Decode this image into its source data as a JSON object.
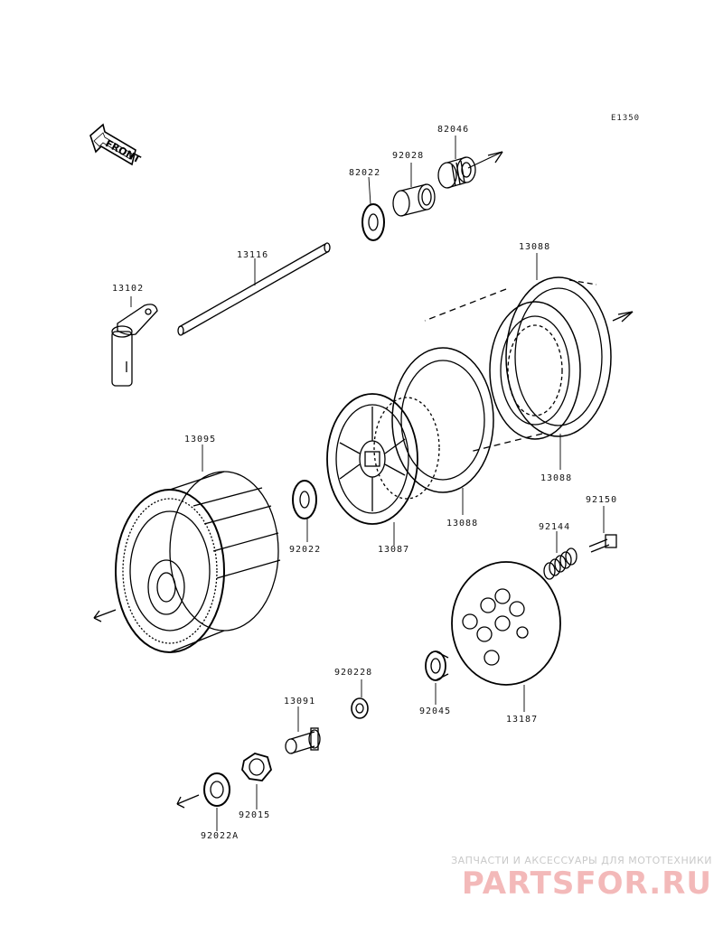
{
  "diagram": {
    "code": "E1350",
    "front_label": "FRONT",
    "parts": [
      {
        "id": "p82046",
        "number": "82046"
      },
      {
        "id": "p92028",
        "number": "92028"
      },
      {
        "id": "p82022",
        "number": "82022"
      },
      {
        "id": "p13116",
        "number": "13116"
      },
      {
        "id": "p13102",
        "number": "13102"
      },
      {
        "id": "p13088a",
        "number": "13088"
      },
      {
        "id": "p13088b",
        "number": "13088"
      },
      {
        "id": "p13088c",
        "number": "13088"
      },
      {
        "id": "p13095",
        "number": "13095"
      },
      {
        "id": "p92022",
        "number": "92022"
      },
      {
        "id": "p13087",
        "number": "13087"
      },
      {
        "id": "p92150",
        "number": "92150"
      },
      {
        "id": "p92144",
        "number": "92144"
      },
      {
        "id": "p920228",
        "number": "920228"
      },
      {
        "id": "p13091",
        "number": "13091"
      },
      {
        "id": "p92045",
        "number": "92045"
      },
      {
        "id": "p13187",
        "number": "13187"
      },
      {
        "id": "p92015",
        "number": "92015"
      },
      {
        "id": "p92022A",
        "number": "92022A"
      }
    ]
  },
  "watermark": {
    "tagline": "ЗАПЧАСТИ И АКСЕССУАРЫ ДЛЯ МОТОТЕХНИКИ",
    "logo": "PARTSFOR.RU",
    "color": "#f3b9b9"
  }
}
